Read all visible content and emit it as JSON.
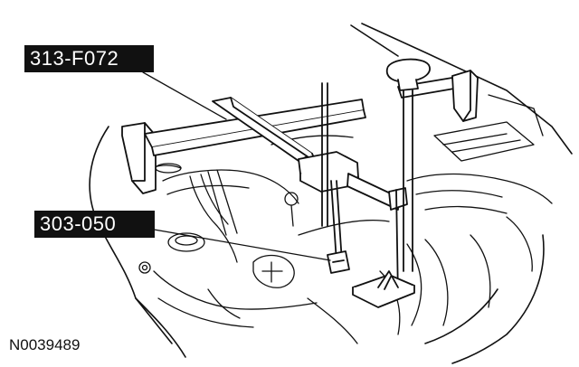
{
  "callouts": [
    {
      "label": "313-F072"
    },
    {
      "label": "303-050"
    }
  ],
  "figure_id": "N0039489",
  "colors": {
    "ink": "#111111",
    "paper": "#ffffff",
    "label_bg": "#111111",
    "label_text": "#ffffff"
  }
}
